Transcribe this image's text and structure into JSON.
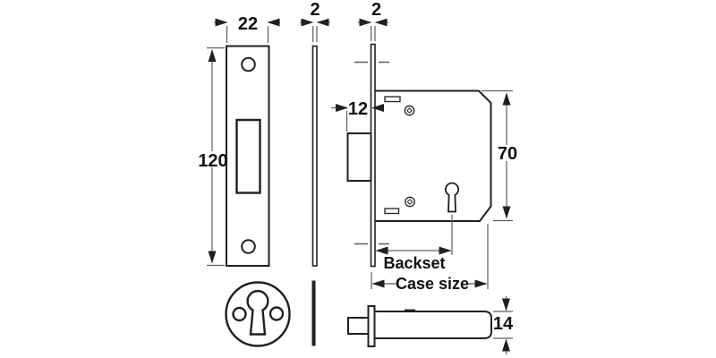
{
  "diagram": {
    "type": "technical-drawing",
    "subject": "mortise deadlock with strike plate, cover plate, escutcheon and side view",
    "labels": {
      "strike_plate_width": "22",
      "cover_plate_thickness": "2",
      "forend_thickness": "2",
      "strike_plate_height": "120",
      "bolt_throw": "12",
      "case_height": "70",
      "backset": "Backset",
      "case_size": "Case size",
      "case_depth": "14"
    },
    "colors": {
      "outline": "#231f20",
      "dimension_line": "#5c5d5f",
      "text": "#111111",
      "background": "#ffffff"
    }
  }
}
